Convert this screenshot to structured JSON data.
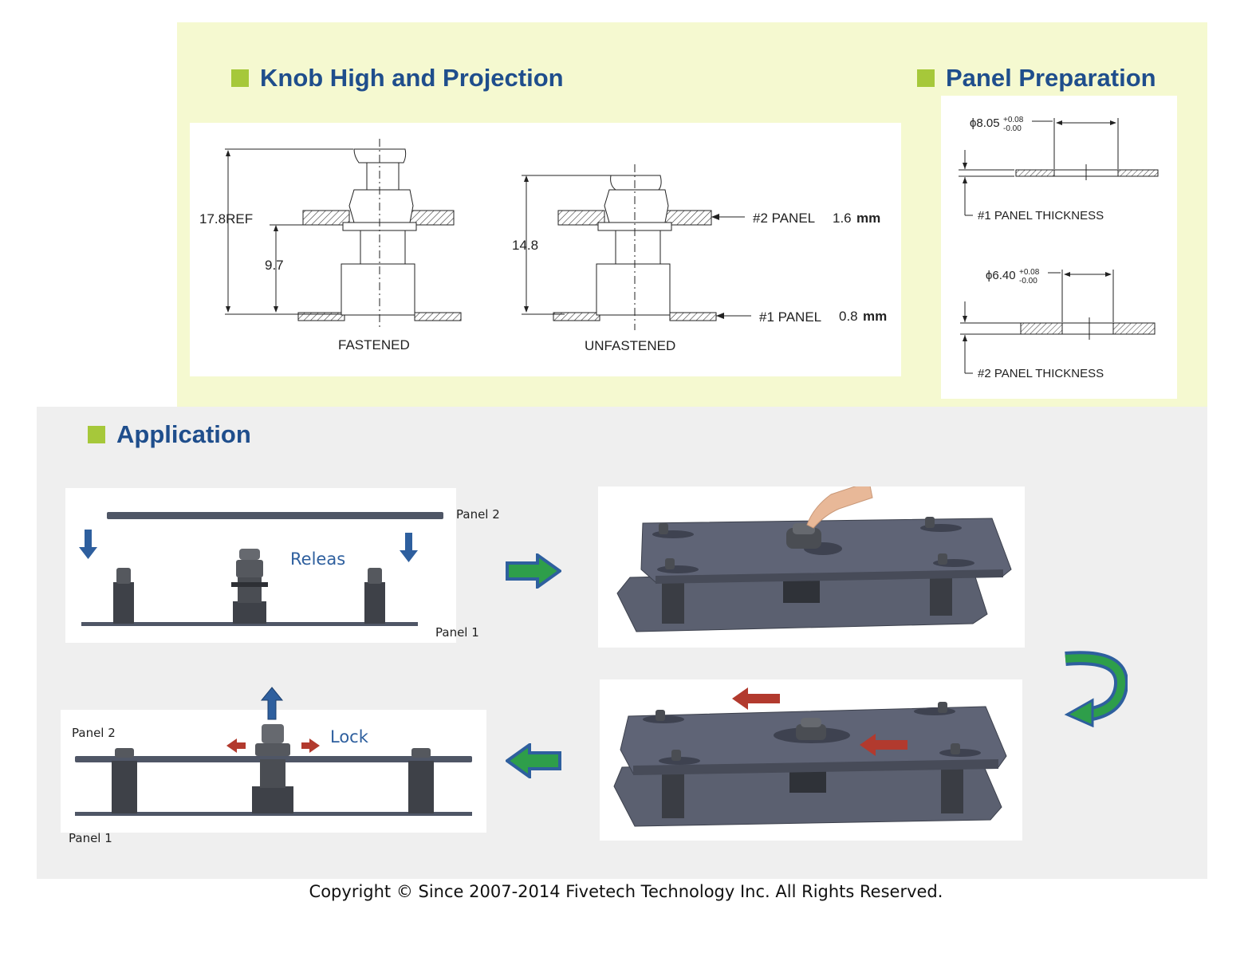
{
  "sections": {
    "knob": "Knob High and Projection",
    "panel_prep": "Panel Preparation",
    "application": "Application"
  },
  "knob_drawing": {
    "dim_17_8": "17.8REF",
    "dim_9_7": "9.7",
    "dim_14_8": "14.8",
    "label_fastened": "FASTENED",
    "label_unfastened": "UNFASTENED",
    "panel2_label": "#2 PANEL",
    "panel2_value": "1.6",
    "panel1_label": "#1 PANEL",
    "panel1_value": "0.8",
    "unit": "mm"
  },
  "panel_prep_drawing": {
    "dia1_main": "ϕ8.05",
    "dia1_plus": "+0.08",
    "dia1_minus": "-0.00",
    "thickness1": "#1 PANEL THICKNESS",
    "dia2_main": "ϕ6.40",
    "dia2_plus": "+0.08",
    "dia2_minus": "-0.00",
    "thickness2": "#2 PANEL THICKNESS"
  },
  "application": {
    "release_word": "Releas",
    "lock_word": "Lock",
    "panel1": "Panel 1",
    "panel2": "Panel 2"
  },
  "colors": {
    "heading": "#1f4e8c",
    "bullet": "#a6c83a",
    "arrow_blue": "#2e5f9e",
    "arrow_green": "#2e9e4a",
    "arrow_red": "#b23a2e"
  },
  "footer": {
    "copyright": "Copyright © Since 2007-2014 Fivetech Technology Inc. All Rights Reserved."
  }
}
